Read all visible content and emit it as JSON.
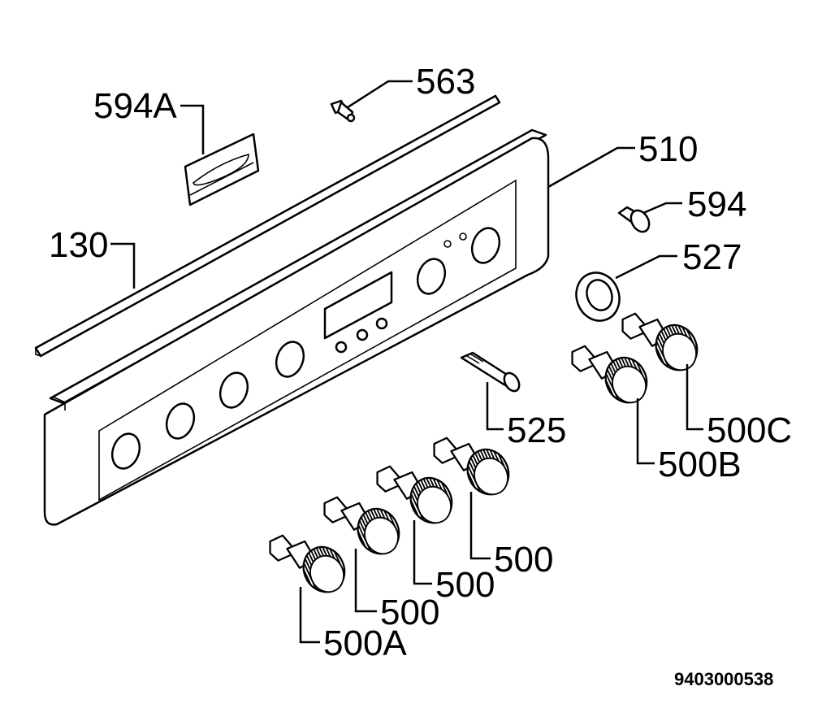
{
  "labels": {
    "part_594A": "594A",
    "part_563": "563",
    "part_510": "510",
    "part_594": "594",
    "part_130": "130",
    "part_527": "527",
    "part_525": "525",
    "part_500C": "500C",
    "part_500B": "500B",
    "part_500_1": "500",
    "part_500_2": "500",
    "part_500_3": "500",
    "part_500A": "500A"
  },
  "document_number": "9403000538"
}
